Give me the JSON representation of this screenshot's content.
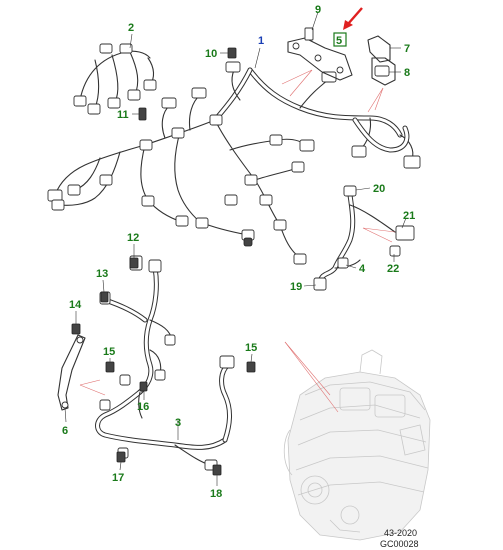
{
  "figure": {
    "reference_code": "43-2020",
    "graphic_id": "GC00028"
  },
  "callouts": [
    {
      "id": "c1",
      "label": "1",
      "color": "blue"
    },
    {
      "id": "c2",
      "label": "2",
      "color": "green"
    },
    {
      "id": "c3",
      "label": "3",
      "color": "green"
    },
    {
      "id": "c4",
      "label": "4",
      "color": "green"
    },
    {
      "id": "c5",
      "label": "5",
      "color": "green",
      "highlighted": true
    },
    {
      "id": "c6",
      "label": "6",
      "color": "green"
    },
    {
      "id": "c7",
      "label": "7",
      "color": "green"
    },
    {
      "id": "c8",
      "label": "8",
      "color": "green"
    },
    {
      "id": "c9",
      "label": "9",
      "color": "green"
    },
    {
      "id": "c10",
      "label": "10",
      "color": "green"
    },
    {
      "id": "c11",
      "label": "11",
      "color": "green"
    },
    {
      "id": "c12",
      "label": "12",
      "color": "green"
    },
    {
      "id": "c13",
      "label": "13",
      "color": "green"
    },
    {
      "id": "c14",
      "label": "14",
      "color": "green"
    },
    {
      "id": "c15a",
      "label": "15",
      "color": "green"
    },
    {
      "id": "c15b",
      "label": "15",
      "color": "green"
    },
    {
      "id": "c16",
      "label": "16",
      "color": "green"
    },
    {
      "id": "c17",
      "label": "17",
      "color": "green"
    },
    {
      "id": "c18",
      "label": "18",
      "color": "green"
    },
    {
      "id": "c19",
      "label": "19",
      "color": "green"
    },
    {
      "id": "c20",
      "label": "20",
      "color": "green"
    },
    {
      "id": "c21",
      "label": "21",
      "color": "green"
    },
    {
      "id": "c22",
      "label": "22",
      "color": "green"
    }
  ],
  "colors": {
    "callout_green": "#1a7a1a",
    "callout_blue": "#1a3fb5",
    "highlight_arrow": "#e02020",
    "leader_line": "#333333",
    "engine_ghost": "#c8c8c8"
  }
}
